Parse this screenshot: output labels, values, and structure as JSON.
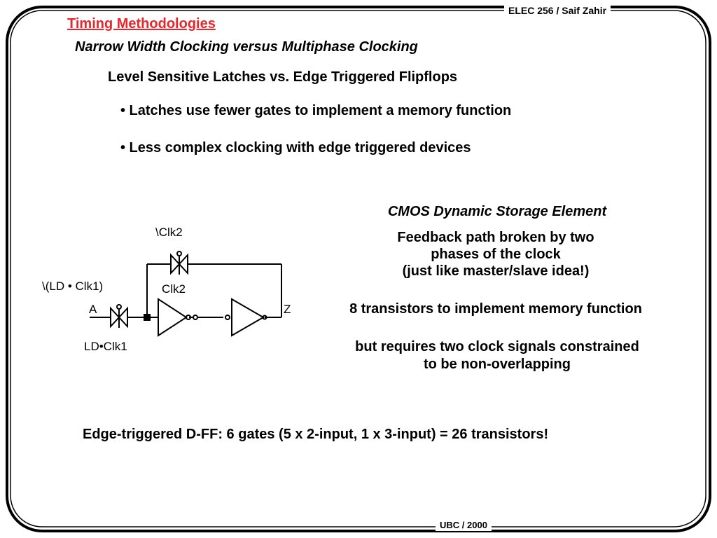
{
  "header": {
    "course": "ELEC 256 / Saif Zahir",
    "footer": "UBC / 2000"
  },
  "slide": {
    "title": "Timing Methodologies",
    "subtitle": "Narrow Width Clocking versus Multiphase Clocking",
    "topic": "Level Sensitive Latches vs. Edge Triggered Flipflops",
    "bullets": [
      "• Latches use fewer gates to implement a memory function",
      "• Less complex clocking with edge triggered devices"
    ],
    "cmos_title": "CMOS Dynamic Storage Element",
    "feedback_lines": [
      "Feedback path broken by two",
      "phases of the clock",
      "(just like master/slave idea!)"
    ],
    "transistors_text": "8 transistors to implement memory function",
    "requires_lines": [
      "but requires two clock signals constrained",
      "to be non-overlapping"
    ],
    "dff_text": "Edge-triggered D-FF:  6 gates (5 x 2-input, 1 x 3-input) = 26 transistors!"
  },
  "schematic": {
    "label_nclk2": "\\Clk2",
    "label_clk2": "Clk2",
    "label_nld_clk1": "\\(LD • Clk1)",
    "label_input": "A",
    "label_ld_clk1": "LD•Clk1",
    "label_output": "Z"
  }
}
